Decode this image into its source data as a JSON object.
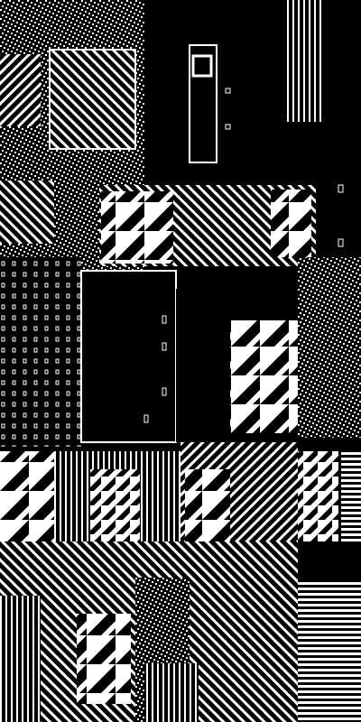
{
  "colors": {
    "background": "#000000",
    "ink": "#ffffff"
  },
  "pattern": {
    "kind": "cellular-automaton-collage",
    "rules": [
      90,
      30,
      110,
      150
    ]
  }
}
